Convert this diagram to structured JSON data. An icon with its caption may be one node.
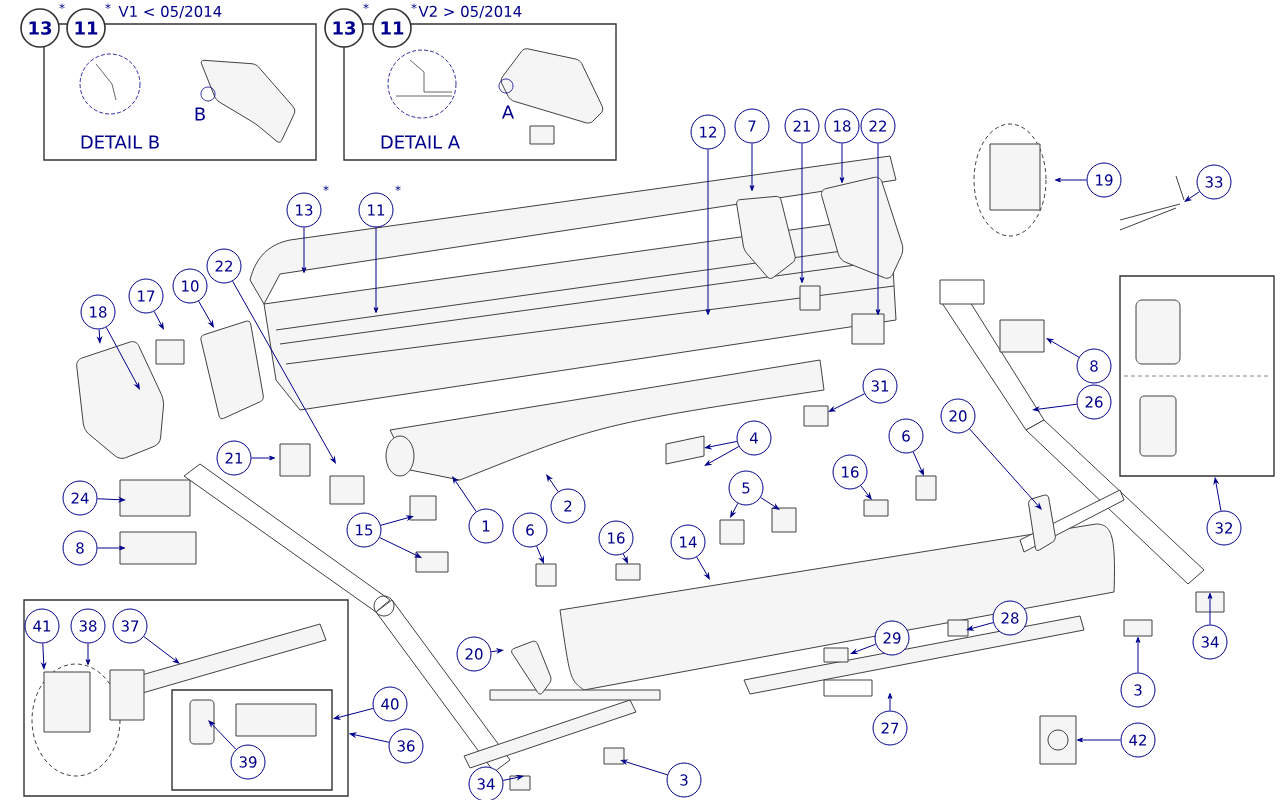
{
  "diagram": {
    "nodes": [
      {
        "text": [
          "V1 < 05/2014",
          "DETAIL B"
        ]
      },
      {
        "text": [
          "13"
        ],
        "beside": [
          "*"
        ]
      },
      {
        "text": [
          "11"
        ],
        "beside": [
          "*"
        ]
      },
      {
        "text": [
          "V2 > 05/2014",
          "DETAIL A"
        ]
      },
      {
        "text": [
          "13"
        ],
        "beside": [
          "*"
        ]
      },
      {
        "text": [
          "11"
        ],
        "beside": [
          "*"
        ]
      },
      {
        "text": [
          "13"
        ],
        "beside": [
          "*"
        ]
      },
      {
        "text": [
          "11"
        ],
        "beside": [
          "*"
        ]
      },
      {
        "text": [
          "12"
        ]
      },
      {
        "text": [
          "7"
        ]
      },
      {
        "text": [
          "21"
        ]
      },
      {
        "text": [
          "18"
        ]
      },
      {
        "text": [
          "22"
        ]
      },
      {
        "text": [
          "19"
        ]
      },
      {
        "text": [
          "33"
        ]
      },
      {
        "text": [
          "22"
        ]
      },
      {
        "text": [
          "10"
        ]
      },
      {
        "text": [
          "17"
        ]
      },
      {
        "text": [
          "18"
        ]
      },
      {
        "text": [
          "8"
        ]
      },
      {
        "text": [],
        "shape": "box"
      },
      {
        "text": [
          "31"
        ]
      },
      {
        "text": [
          "26"
        ]
      },
      {
        "text": [
          "20"
        ]
      },
      {
        "text": [
          "4"
        ]
      },
      {
        "text": [
          "6"
        ]
      },
      {
        "text": [
          "21"
        ]
      },
      {
        "text": [
          "16"
        ]
      },
      {
        "text": [
          "5"
        ]
      },
      {
        "text": [
          "24"
        ]
      },
      {
        "text": [
          "2"
        ]
      },
      {
        "text": [
          "1"
        ]
      },
      {
        "text": [
          "6"
        ]
      },
      {
        "text": [
          "15"
        ]
      },
      {
        "text": [
          "16"
        ]
      },
      {
        "text": [
          "14"
        ]
      },
      {
        "text": [
          "8"
        ]
      },
      {
        "text": [],
        "shape": "box"
      },
      {
        "text": [
          "41"
        ],
        "in": 37
      },
      {
        "text": [
          "38"
        ],
        "in": 37
      },
      {
        "text": [
          "37"
        ],
        "in": 37
      },
      {
        "text": [
          "28"
        ]
      },
      {
        "text": [
          "29"
        ]
      },
      {
        "text": [
          "34"
        ]
      },
      {
        "text": [
          "20"
        ]
      },
      {
        "text": [
          "3"
        ]
      },
      {
        "text": [],
        "shape": "box",
        "in": 37
      },
      {
        "text": [
          "40"
        ]
      },
      {
        "text": [
          "27"
        ]
      },
      {
        "text": [
          "42"
        ]
      },
      {
        "text": [
          "36"
        ]
      },
      {
        "text": [
          "39"
        ],
        "in": 46
      },
      {
        "text": [
          "3"
        ]
      },
      {
        "text": [
          "34"
        ]
      },
      {
        "text": [
          "32"
        ]
      }
    ],
    "edges": [
      {
        "from": 6,
        "to": null,
        "arrow": "to"
      },
      {
        "from": 7,
        "to": null,
        "arrow": "to"
      },
      {
        "from": 8,
        "to": null,
        "arrow": "to"
      },
      {
        "from": 9,
        "to": null,
        "arrow": "to"
      },
      {
        "from": 10,
        "to": null,
        "arrow": "to"
      },
      {
        "from": 11,
        "to": null,
        "arrow": "to"
      },
      {
        "from": 12,
        "to": null,
        "arrow": "to"
      },
      {
        "from": 13,
        "to": null,
        "arrow": "to"
      },
      {
        "from": 14,
        "to": null,
        "arrow": "to"
      },
      {
        "from": 15,
        "to": null,
        "arrow": "to"
      },
      {
        "from": 16,
        "to": null,
        "arrow": "to"
      },
      {
        "from": 17,
        "to": null,
        "arrow": "to"
      },
      {
        "from": 18,
        "to": null,
        "arrow": "to"
      },
      {
        "from": 18,
        "to": null,
        "arrow": "to"
      },
      {
        "from": 19,
        "to": null,
        "arrow": "to"
      },
      {
        "from": 21,
        "to": null,
        "arrow": "to"
      },
      {
        "from": 22,
        "to": null,
        "arrow": "to"
      },
      {
        "from": 23,
        "to": null,
        "arrow": "to"
      },
      {
        "from": 24,
        "to": null,
        "arrow": "to"
      },
      {
        "from": 24,
        "to": null,
        "arrow": "to"
      },
      {
        "from": 25,
        "to": null,
        "arrow": "to"
      },
      {
        "from": 26,
        "to": null,
        "arrow": "to"
      },
      {
        "from": 27,
        "to": null,
        "arrow": "to"
      },
      {
        "from": 28,
        "to": null,
        "arrow": "to"
      },
      {
        "from": 28,
        "to": null,
        "arrow": "to"
      },
      {
        "from": 29,
        "to": null,
        "arrow": "to"
      },
      {
        "from": 30,
        "to": null,
        "arrow": "to"
      },
      {
        "from": 31,
        "to": null,
        "arrow": "to"
      },
      {
        "from": 32,
        "to": null,
        "arrow": "to"
      },
      {
        "from": 33,
        "to": null,
        "arrow": "to"
      },
      {
        "from": 33,
        "to": null,
        "arrow": "to"
      },
      {
        "from": 34,
        "to": null,
        "arrow": "to"
      },
      {
        "from": 35,
        "to": null,
        "arrow": "to"
      },
      {
        "from": 36,
        "to": null,
        "arrow": "to"
      },
      {
        "from": 38,
        "to": null,
        "arrow": "to"
      },
      {
        "from": 39,
        "to": null,
        "arrow": "to"
      },
      {
        "from": 40,
        "to": null,
        "arrow": "to"
      },
      {
        "from": 41,
        "to": null,
        "arrow": "to"
      },
      {
        "from": 42,
        "to": null,
        "arrow": "to"
      },
      {
        "from": 43,
        "to": null,
        "arrow": "to"
      },
      {
        "from": 44,
        "to": null,
        "arrow": "to"
      },
      {
        "from": 45,
        "to": null,
        "arrow": "to"
      },
      {
        "from": 47,
        "to": 46,
        "arrow": "to"
      },
      {
        "from": 48,
        "to": null,
        "arrow": "to"
      },
      {
        "from": 49,
        "to": null,
        "arrow": "to"
      },
      {
        "from": 50,
        "to": 37,
        "arrow": "to"
      },
      {
        "from": 51,
        "to": null,
        "arrow": "to"
      },
      {
        "from": 52,
        "to": null,
        "arrow": "to"
      },
      {
        "from": 53,
        "to": null,
        "arrow": "to"
      },
      {
        "from": 54,
        "to": 20,
        "arrow": "to"
      }
    ],
    "labels": [
      "B",
      "A"
    ]
  }
}
